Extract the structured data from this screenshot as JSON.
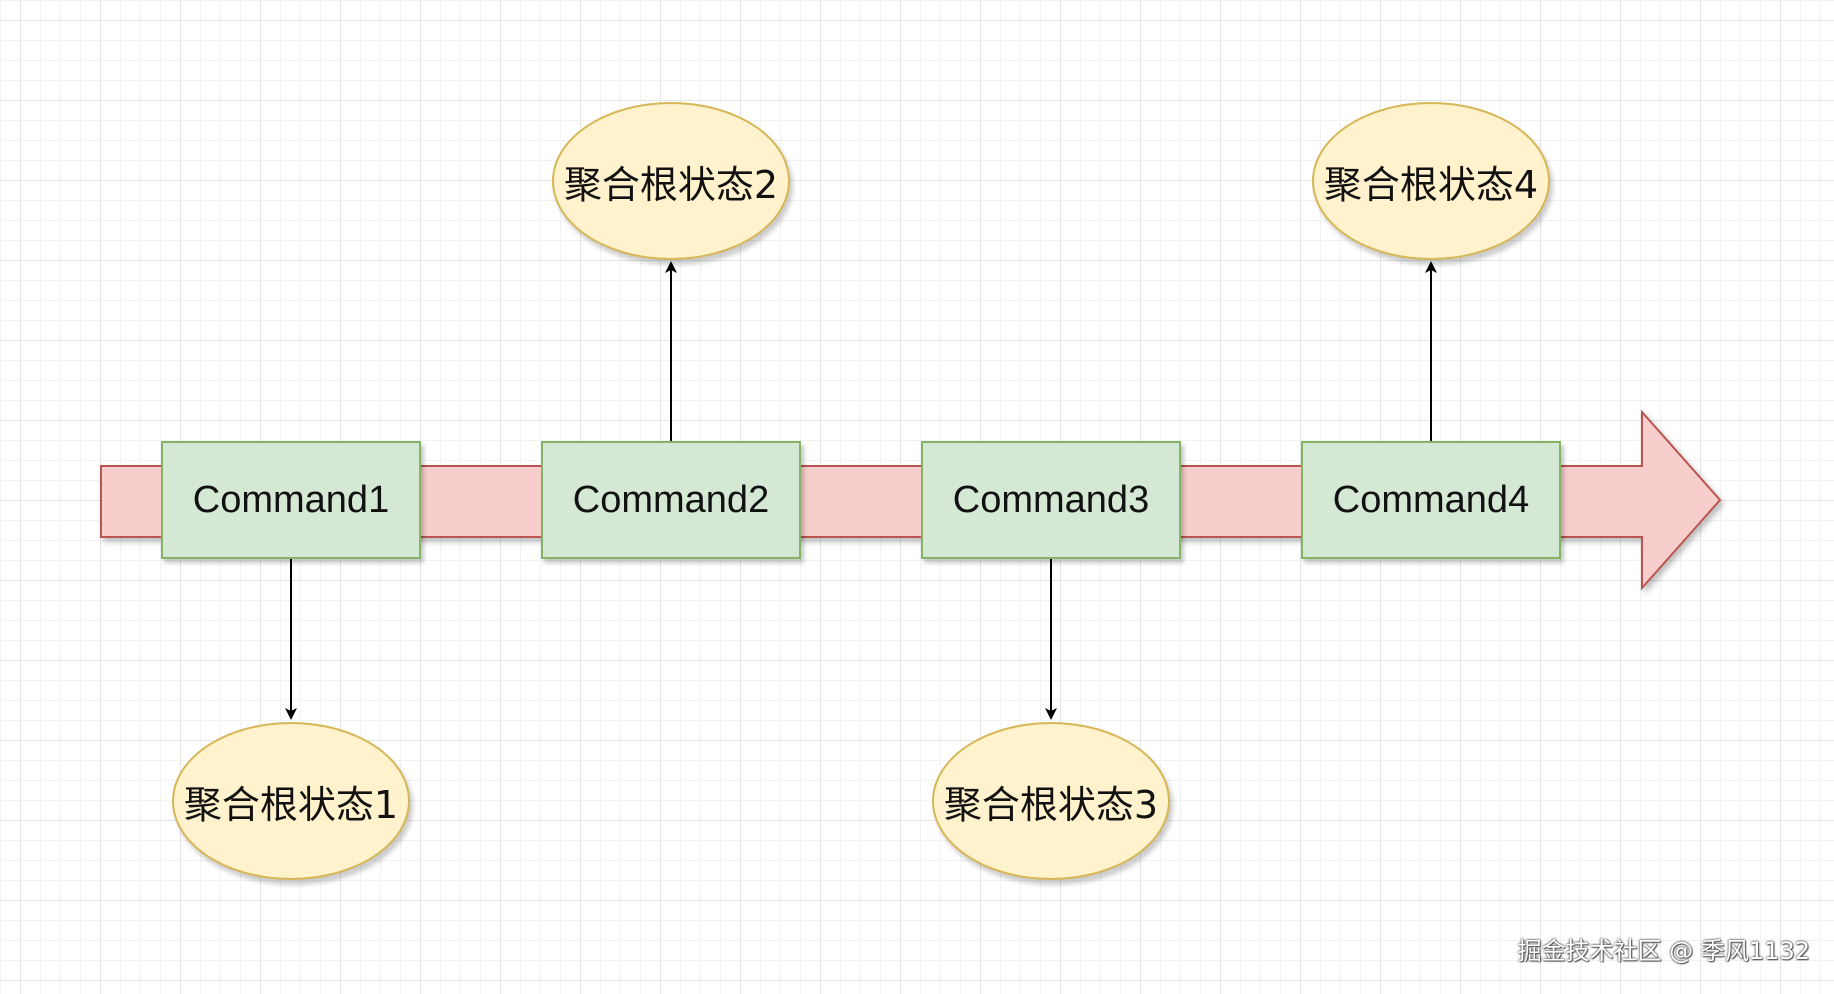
{
  "diagram": {
    "commands": [
      {
        "label": "Command1"
      },
      {
        "label": "Command2"
      },
      {
        "label": "Command3"
      },
      {
        "label": "Command4"
      }
    ],
    "states": [
      {
        "label": "聚合根状态1"
      },
      {
        "label": "聚合根状态2"
      },
      {
        "label": "聚合根状态3"
      },
      {
        "label": "聚合根状态4"
      }
    ],
    "edges": [
      {
        "from": "Command1",
        "to": "聚合根状态1"
      },
      {
        "from": "Command2",
        "to": "聚合根状态2"
      },
      {
        "from": "Command3",
        "to": "聚合根状态3"
      },
      {
        "from": "Command4",
        "to": "聚合根状态4"
      }
    ],
    "colors": {
      "timeline_fill": "#f8cecc",
      "timeline_stroke": "#b85450",
      "command_fill": "#d5e8d4",
      "command_stroke": "#82b366",
      "state_fill": "#fff2cc",
      "state_stroke": "#d6b656",
      "edge": "#000000"
    }
  },
  "watermark": {
    "text": "掘金技术社区 @ 季风1132"
  }
}
